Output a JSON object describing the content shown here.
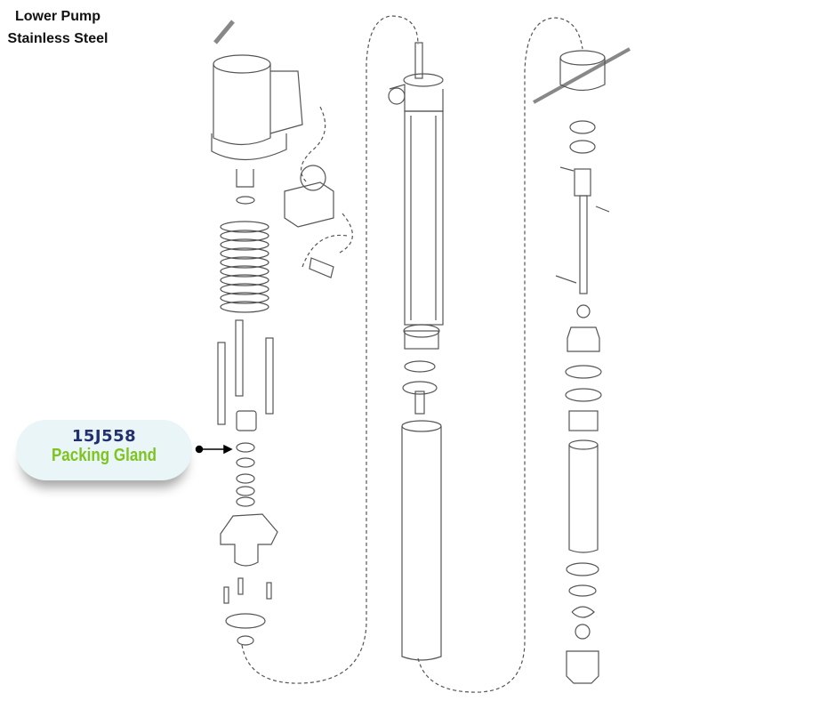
{
  "title": {
    "line1": "Lower Pump",
    "line2": "Stainless Steel"
  },
  "callout": {
    "part_number": "15J558",
    "part_name": "Packing Gland",
    "pointer": "arrow-right-icon"
  },
  "colors": {
    "part_number": "#23306e",
    "part_name": "#7dc41f",
    "callout_bg": "#eaf5f7",
    "line": "#555555"
  }
}
